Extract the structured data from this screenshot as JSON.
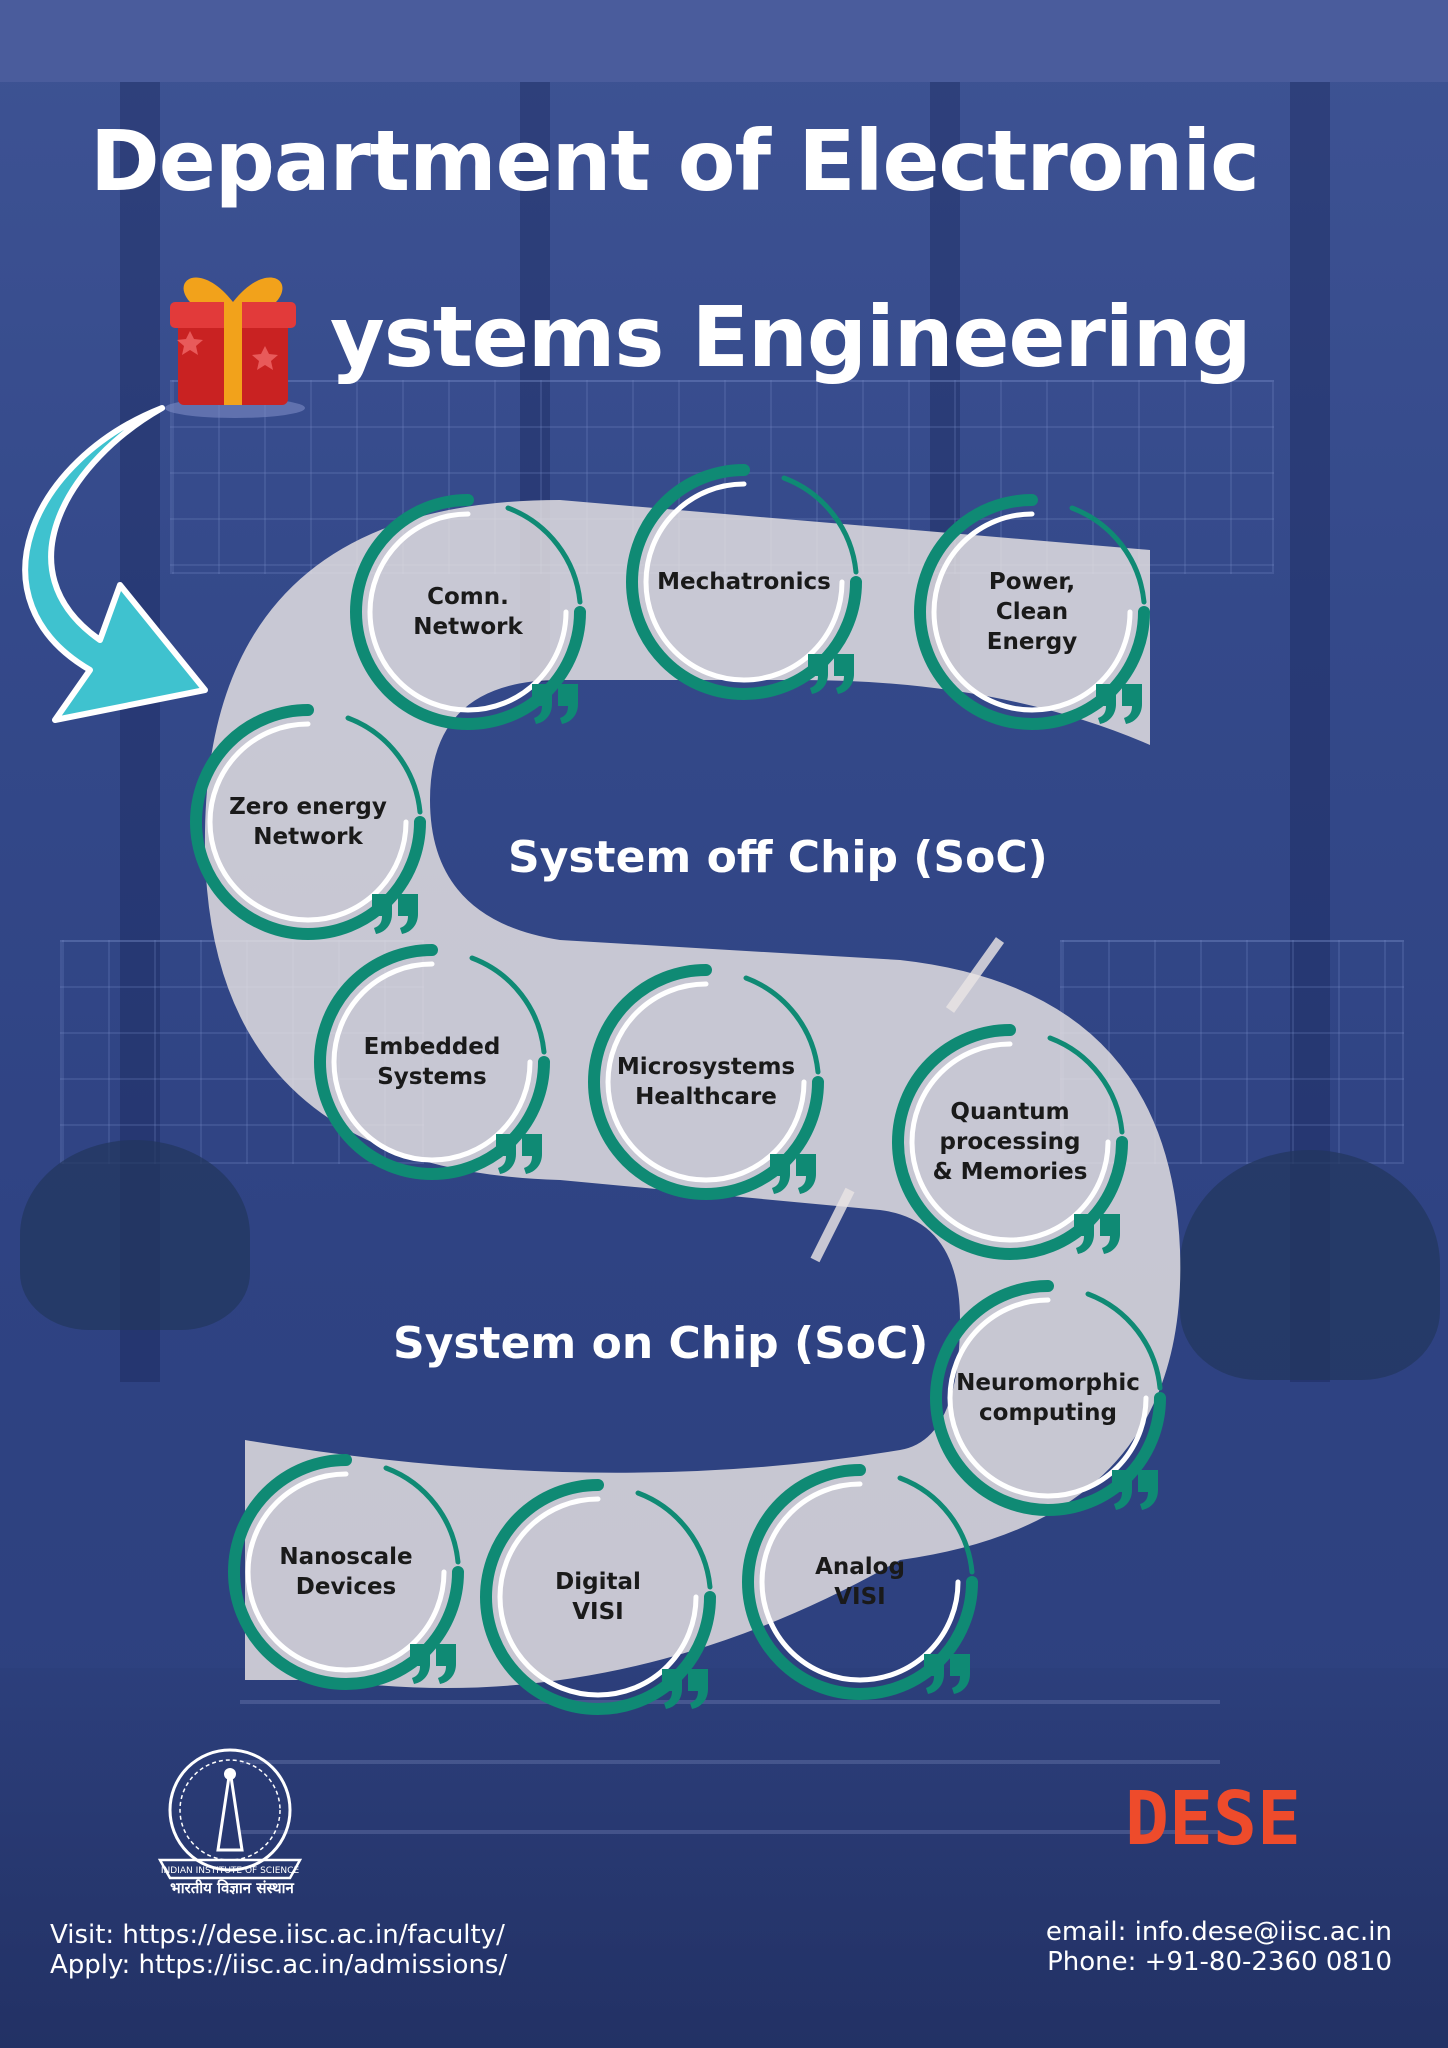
{
  "title": {
    "line1": "Department of Electronic",
    "line2": "ystems Engineering"
  },
  "icons": {
    "gift": "gift-icon",
    "arrow": "curved-arrow-icon",
    "quote": "closing-quote-icon",
    "iisc": "iisc-emblem-logo",
    "dese": "dese-logo"
  },
  "sections": {
    "off_chip": "System off Chip (SoC)",
    "on_chip": "System on Chip (SoC)"
  },
  "topics": [
    "Comn.\nNetwork",
    "Mechatronics",
    "Power,\nClean\nEnergy",
    "Zero energy\nNetwork",
    "Embedded\nSystems",
    "Microsystems\nHealthcare",
    "Quantum\nprocessing\n& Memories",
    "Neuromorphic\ncomputing",
    "Nanoscale\nDevices",
    "Digital\nVISI",
    "Analog\nVISI"
  ],
  "logos": {
    "iisc_caption": "भारतीय विज्ञान संस्थान",
    "iisc_ring_text": "INDIAN INSTITUTE OF SCIENCE",
    "dese_text": "DESE"
  },
  "footer": {
    "visit": "Visit: https://dese.iisc.ac.in/faculty/",
    "apply": "Apply: https://iisc.ac.in/admissions/",
    "email": "email: info.dese@iisc.ac.in",
    "phone": "Phone: +91-80-2360 0810"
  },
  "colors": {
    "background": "#34498a",
    "teal": "#0f8a74",
    "s_fill": "#e9e4e4",
    "arrow": "#3fc2cf",
    "dese_red": "#ee4b2b",
    "gift_red": "#d12a2a",
    "gift_gold": "#f2a21b"
  }
}
